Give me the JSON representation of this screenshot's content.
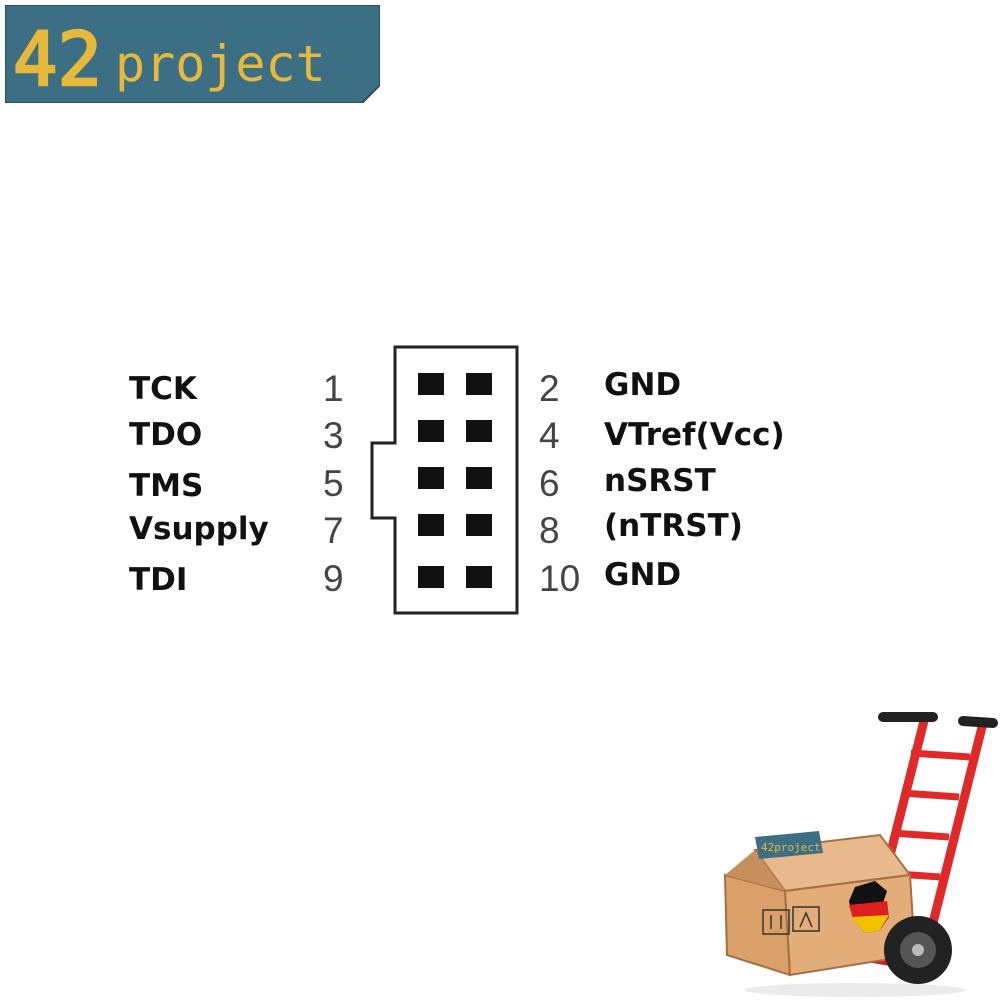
{
  "logo": {
    "number": "42",
    "word": "project",
    "background": "#3d6f84",
    "text_color": "#e8b83a"
  },
  "pins": {
    "left": [
      {
        "num": "1",
        "signal": "TCK"
      },
      {
        "num": "3",
        "signal": "TDO"
      },
      {
        "num": "5",
        "signal": "TMS"
      },
      {
        "num": "7",
        "signal": "Vsupply"
      },
      {
        "num": "9",
        "signal": "TDI"
      }
    ],
    "right": [
      {
        "num": "2",
        "signal": "GND"
      },
      {
        "num": "4",
        "signal": "VTref(Vcc)"
      },
      {
        "num": "6",
        "signal": "nSRST"
      },
      {
        "num": "8",
        "signal": "(nTRST)"
      },
      {
        "num": "10",
        "signal": "GND"
      }
    ]
  },
  "truck_box": {
    "label": "42project",
    "icons": [
      "fragile-icon",
      "this-side-up-icon",
      "keep-dry-icon"
    ],
    "flag": "germany-flag-map"
  }
}
